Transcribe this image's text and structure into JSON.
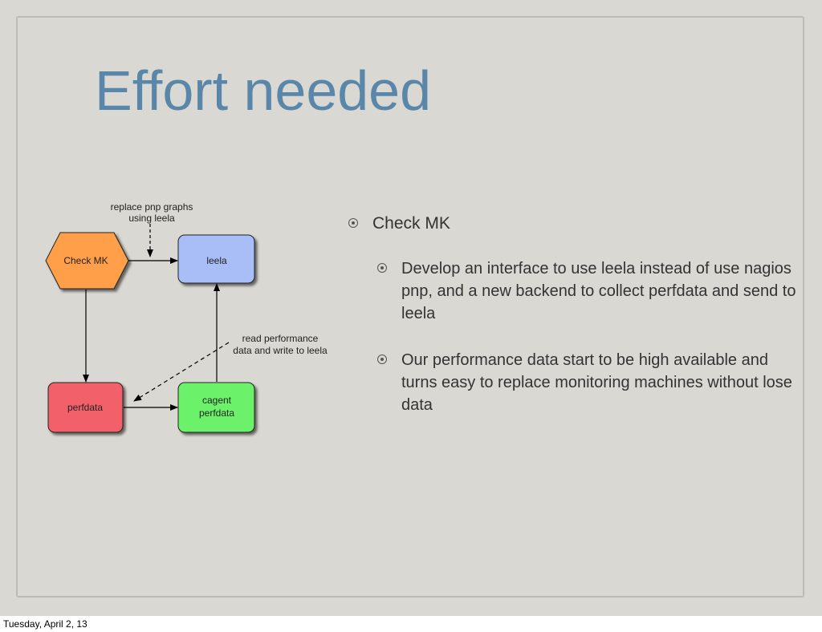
{
  "slide": {
    "title": "Effort needed",
    "footer_date": "Tuesday, April 2, 13"
  },
  "diagram": {
    "nodes": {
      "checkmk": "Check MK",
      "leela": "leela",
      "perfdata": "perfdata",
      "cagent_line1": "cagent",
      "cagent_line2": "perfdata"
    },
    "notes": {
      "replace_line1": "replace pnp graphs",
      "replace_line2": "using leela",
      "read_line1": "read performance",
      "read_line2": "data and write to leela"
    },
    "colors": {
      "checkmk": "#ff9f4a",
      "leela": "#a9bdf6",
      "perfdata": "#f2606a",
      "cagent": "#6cf26a"
    }
  },
  "bullets": {
    "item1": "Check MK",
    "item2": "Develop an interface to use leela instead of use nagios pnp, and a new backend to collect perfdata and send to leela",
    "item3": "Our performance data start to be high available and turns easy to replace monitoring machines without lose data"
  },
  "colors": {
    "background": "#d9d8d2",
    "title": "#5a87a9"
  }
}
